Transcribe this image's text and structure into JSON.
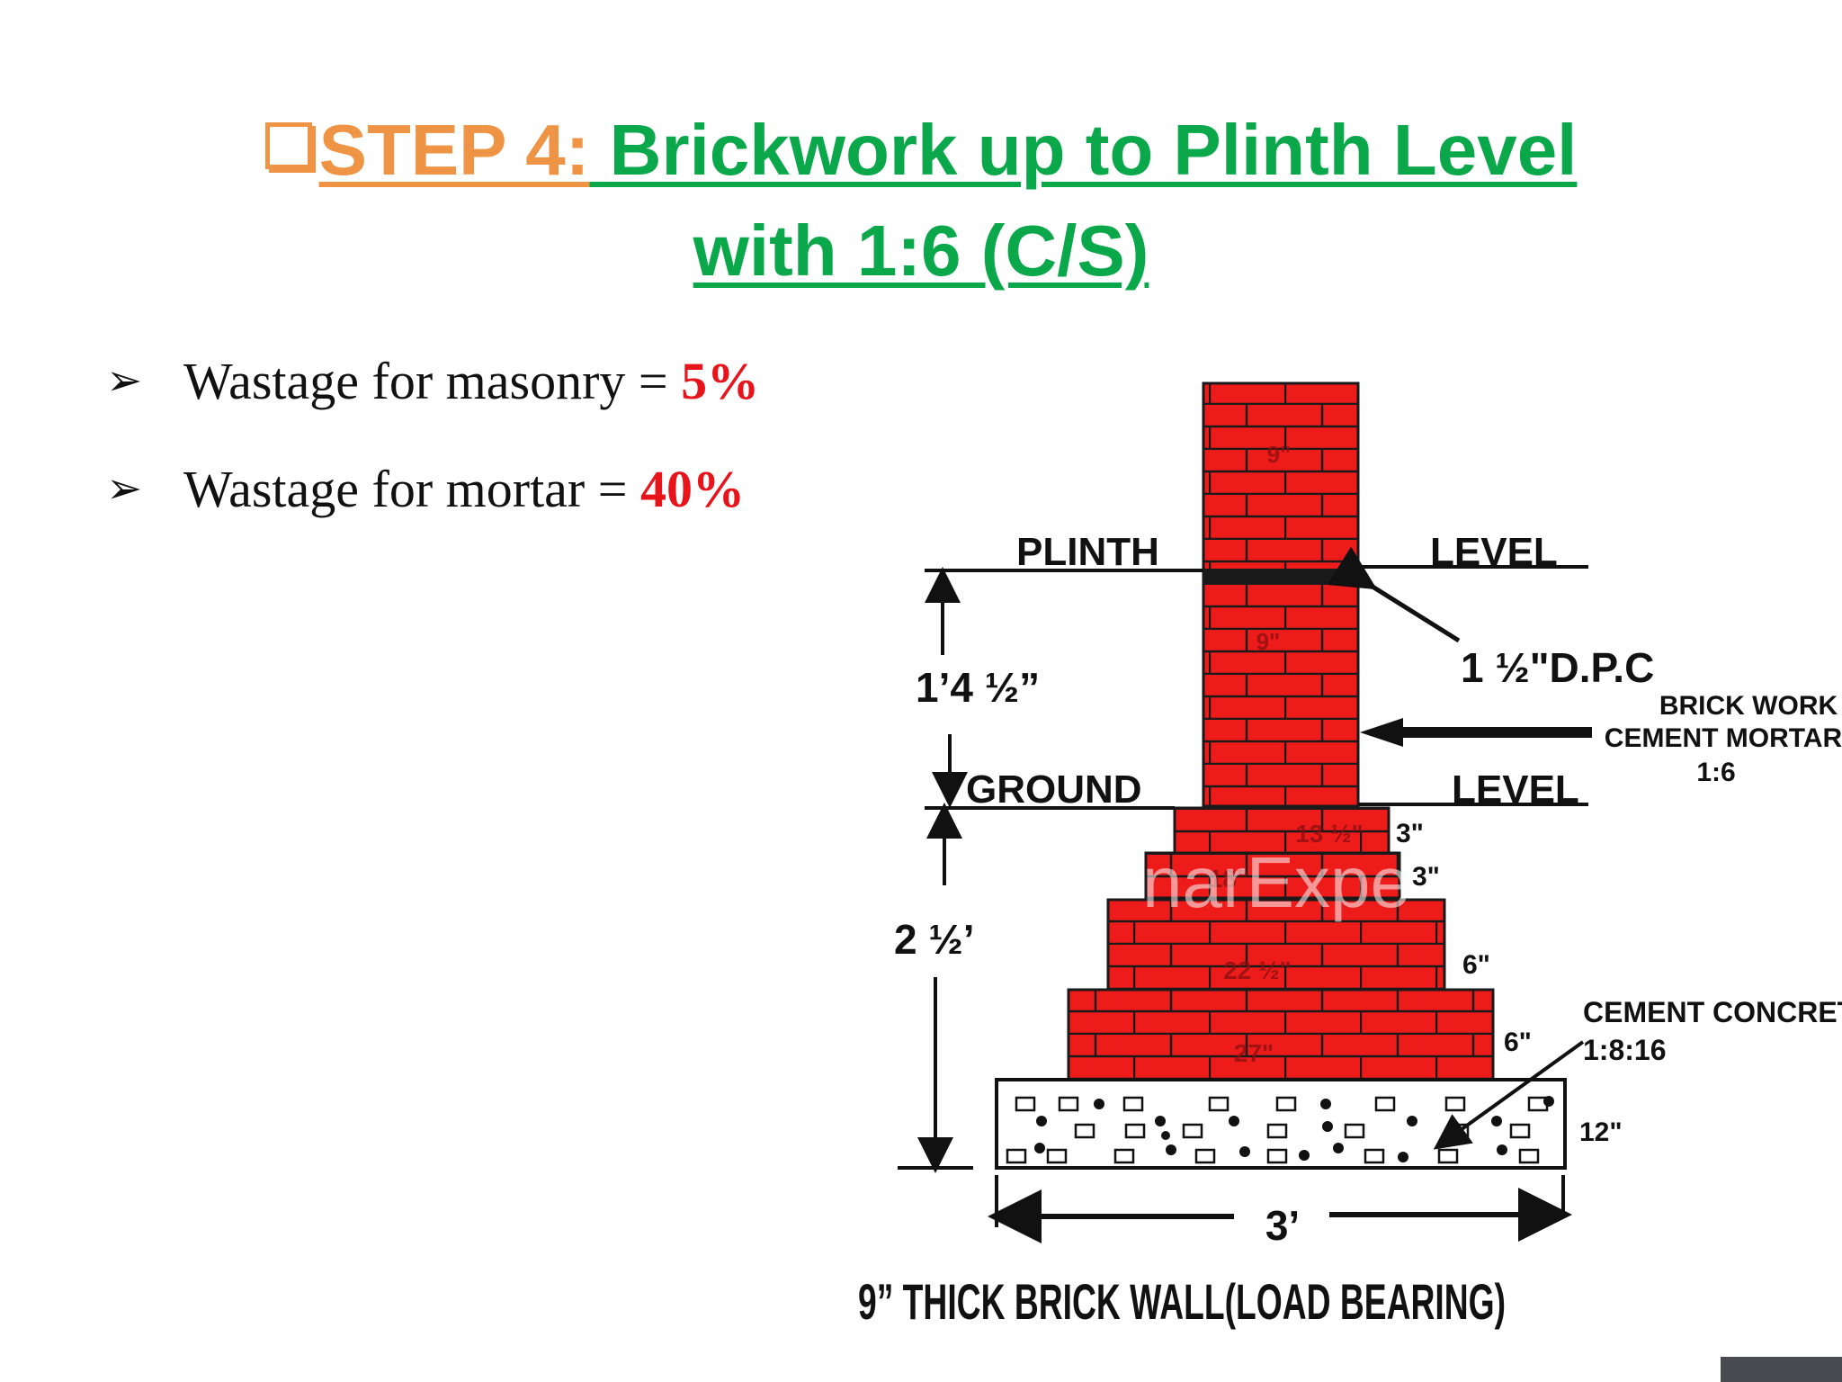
{
  "title": {
    "step": "STEP 4:",
    "line1": " Brickwork up to Plinth Level",
    "line2": "with 1:6 (C/S)"
  },
  "bullets": [
    {
      "text": "Wastage for masonry = ",
      "value": "5%"
    },
    {
      "text": "Wastage for mortar = ",
      "value": "40%"
    }
  ],
  "diagram": {
    "plinth": "PLINTH",
    "level_top": "LEVEL",
    "ground": "GROUND",
    "level_ground": "LEVEL",
    "dpc": "1 ½\"D.P.C",
    "brick_work": [
      "BRICK WORK",
      "CEMENT MORTAR",
      "1:6"
    ],
    "cement_concrete": [
      "CEMENT CONCRETE",
      "1:8:16"
    ],
    "dim_plinth_height": "1’4 ½”",
    "dim_foundation_depth": "2 ½’",
    "dim_base_width": "3’",
    "dim_concrete": "12\"",
    "offsets": [
      "3\"",
      "3\"",
      "6\"",
      "6\""
    ],
    "widths": [
      "9\"",
      "9\"",
      "13 ½\"",
      "18\"",
      "22 ½\"",
      "27\""
    ],
    "watermark": "narExpe",
    "caption": "9” THICK BRICK WALL(LOAD BEARING)"
  }
}
